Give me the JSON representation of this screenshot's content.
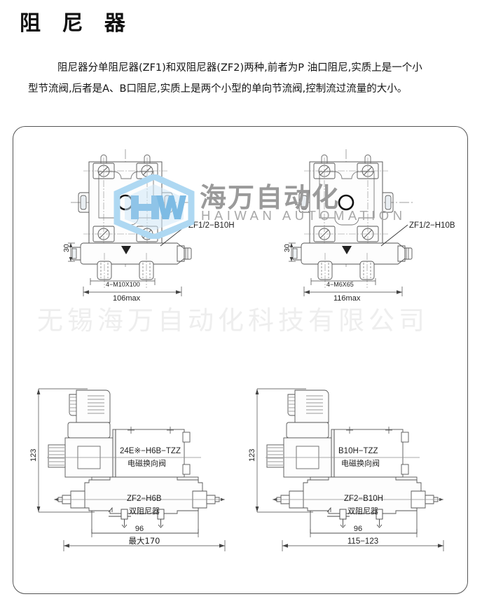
{
  "header": {
    "title": "阻 尼 器",
    "intro_line1": "阻尼器分单阻尼器(ZF1)和双阻尼器(ZF2)两种,前者为P 油口阻尼,实质上是一个小",
    "intro_line2": "型节流阀,后者是A、B口阻尼,实质上是两个小型的单向节流阀,控制流过流量的大小。"
  },
  "watermark": {
    "logo_letters": "HW",
    "chinese": "海万自动化",
    "english": "HAIWAN AUTOMATION",
    "company": "无锡海万自动化科技有限公司",
    "logo_color": "#aed8f2",
    "logo_color_dark": "#8fc4e8",
    "text_color": "#9a9a9a",
    "company_color": "#eeeeee"
  },
  "drawings": [
    {
      "id": "top-left",
      "part_label": "ZF1/2−B10H",
      "dim_height": "30",
      "dim_thread": "4−M10X100",
      "dim_width": "106max"
    },
    {
      "id": "top-right",
      "part_label": "ZF1/2−H10B",
      "dim_height": "30",
      "dim_thread": "4−M6X65",
      "dim_width": "116max"
    },
    {
      "id": "bottom-left",
      "dim_height": "123",
      "valve_label": "24E※−H6B−TZZ",
      "valve_label_cn": "电磁换向阀",
      "damper_label": "ZF2−H6B",
      "damper_label_cn": "双阻尼器",
      "dim_inner": "96",
      "dim_total": "最大170"
    },
    {
      "id": "bottom-right",
      "dim_height": "123",
      "valve_label": "B10H−TZZ",
      "valve_label_cn": "电磁换向阀",
      "damper_label": "ZF2−B10H",
      "damper_label_cn": "双阻尼器",
      "dim_inner": "96",
      "dim_total": "115−123"
    }
  ]
}
